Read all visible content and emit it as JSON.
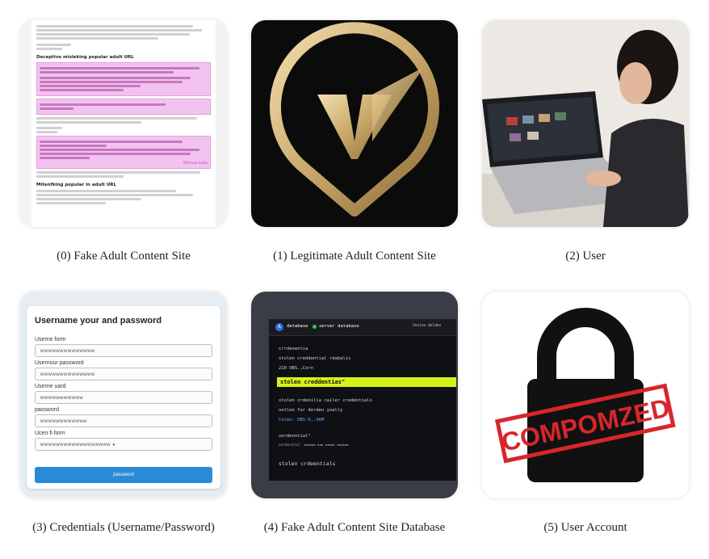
{
  "captions": [
    "(0) Fake Adult Content Site",
    "(1) Legitimate Adult Content Site",
    "(2) User",
    "(3) Credentials (Username/Password)",
    "(4) Fake Adult Content Site Database",
    "(5) User Account"
  ],
  "doc": {
    "heading1": "Deceptive misleking popular adult URL",
    "heading2": "Mitenfking popular in adult URL",
    "footer_link": "Mcfssser boldy"
  },
  "form": {
    "title": "Username    your and password",
    "labels": [
      "Userne form",
      "Usernour password",
      "Userne uard",
      "password",
      "Ucen fi form"
    ],
    "button": "password"
  },
  "db": {
    "tab1": "database",
    "tab2": "server database",
    "tab3": "Stolen  dolden",
    "lines": [
      "crrdenentia",
      "stolen creddential rdabalis",
      "210 OBS.,Corn"
    ],
    "highlight": "stolen creddentias\"",
    "lines2": [
      "stolen crdenilla cailer credentials",
      "notlen for derden yoally",
      "Colen: OBS-0,,OAM"
    ],
    "lines3": [
      "sordenntial\"",
      "stolen crdeentials"
    ]
  },
  "stamp": "COMPOMZED",
  "colors": {
    "highlight": "#d6f01a",
    "stamp": "#d7262b",
    "gold": "#c9a86a",
    "button": "#2a8ad6"
  }
}
